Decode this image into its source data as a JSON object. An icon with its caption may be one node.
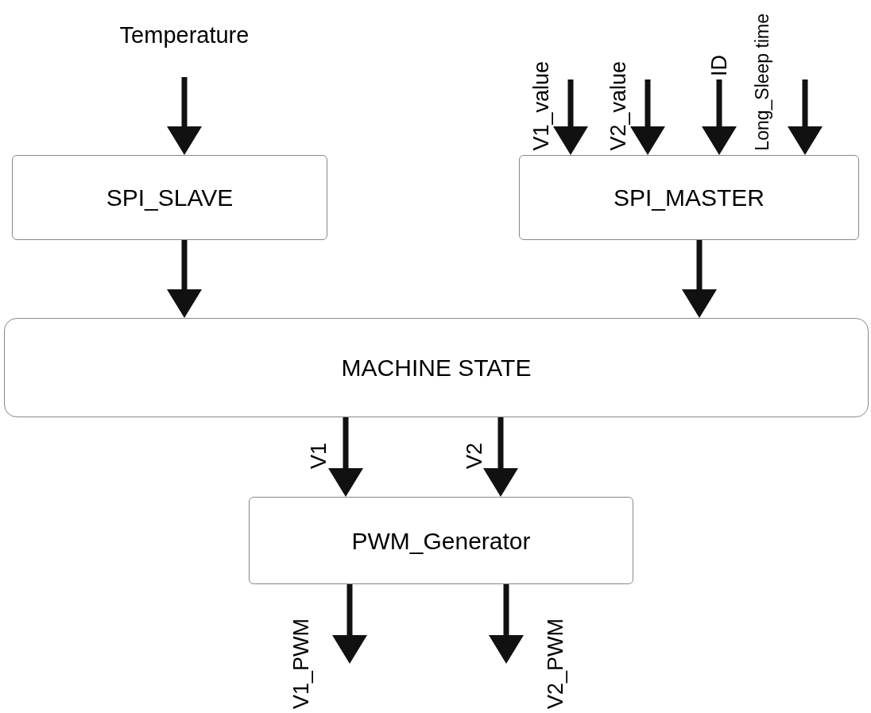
{
  "diagram": {
    "nodes": [
      {
        "text": [
          "SPI_SLAVE"
        ]
      },
      {
        "text": [
          "SPI_MASTER"
        ]
      },
      {
        "text": [
          "MACHINE STATE"
        ]
      },
      {
        "text": [
          "PWM_Generator"
        ]
      }
    ],
    "edges": [
      {
        "from": null,
        "to": 0,
        "arrow": "to",
        "label": "Temperature"
      },
      {
        "from": null,
        "to": 1,
        "arrow": "to",
        "label": "V1_value"
      },
      {
        "from": null,
        "to": 1,
        "arrow": "to",
        "label": "V2_value"
      },
      {
        "from": null,
        "to": 1,
        "arrow": "to",
        "label": "ID"
      },
      {
        "from": null,
        "to": 1,
        "arrow": "to",
        "label": "Long_Sleep time"
      },
      {
        "from": 0,
        "to": 2,
        "arrow": "to"
      },
      {
        "from": 1,
        "to": 2,
        "arrow": "to"
      },
      {
        "from": 2,
        "to": 3,
        "arrow": "to",
        "label": "V1"
      },
      {
        "from": 2,
        "to": 3,
        "arrow": "to",
        "label": "V2"
      },
      {
        "from": 3,
        "to": null,
        "arrow": "to",
        "label": "V1_PWM"
      },
      {
        "from": 3,
        "to": null,
        "arrow": "to",
        "label": "V2_PWM"
      }
    ]
  }
}
